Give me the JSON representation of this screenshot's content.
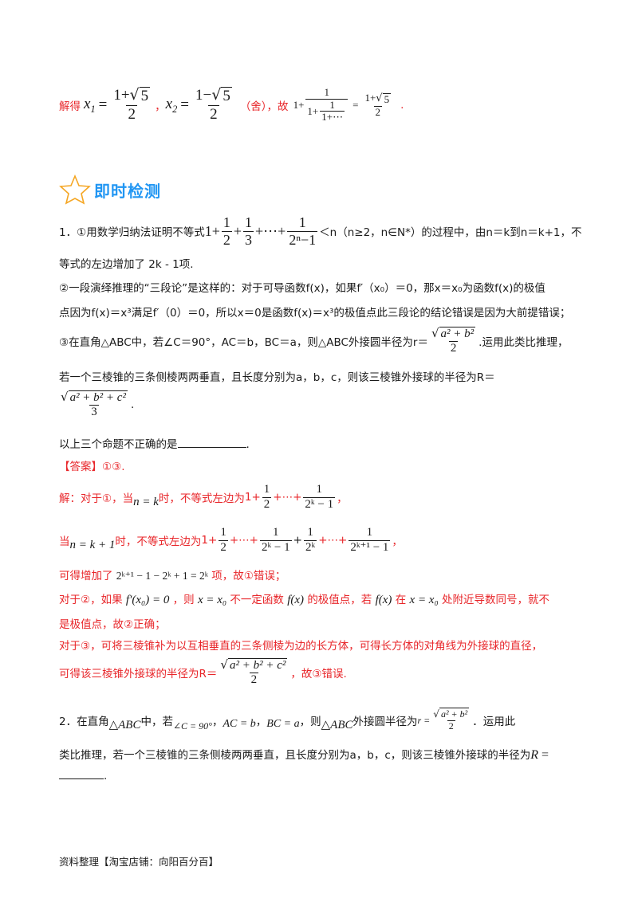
{
  "solution_top": {
    "lead": "解得",
    "x1_label": "x",
    "x1_sub": "1",
    "eq": "=",
    "num_plus": "1+",
    "sqrt_arg": "5",
    "den_two": "2",
    "comma": "，",
    "x2_label": "x",
    "x2_sub": "2",
    "num_minus": "1−",
    "discard": "（舍），故",
    "cf_one": "1+",
    "cf_num": "1",
    "cf_inner_one": "1+",
    "cf_inner_num": "1",
    "cf_inner_den": "1+⋯",
    "period": "."
  },
  "section": {
    "title": "即时检测",
    "star_color": "#f5a623",
    "title_color": "#2196f3"
  },
  "q1": {
    "num": "1．",
    "p1_a": "①用数学归纳法证明不等式",
    "one_plus": "1+",
    "f1_num": "1",
    "f1_den": "2",
    "plus": "+",
    "f2_num": "1",
    "f2_den": "3",
    "dots": "+⋯+",
    "f3_num": "1",
    "f3_den": "2ⁿ−1",
    "p1_b": "＜n（n≥2，n∈N*）的过程中，由n＝k到n＝k+1，不",
    "p1_c": "等式的左边增加了 2k - 1项.",
    "p2_a": "②一段演绎推理的“三段论”是这样的：对于可导函数f(x)，如果f′（x₀）＝0，那x＝x₀为函数f(x)的极值",
    "p2_b": "点因为f(x)＝x³满足f′（0）＝0，所以x＝0是函数f(x)＝x³的极值点此三段论的结论错误是因为大前提错误；",
    "p3_a": "③在直角△ABC中，若∠C＝90°，AC＝b，BC＝a，则△ABC外接圆半径为r＝",
    "p3_sqrt": "a² + b²",
    "p3_den": "2",
    "p3_b": ".运用此类比推理，",
    "p3_c": "若一个三棱锥的三条侧棱两两垂直，且长度分别为a，b，c，则该三棱锥外接球的半径为R＝",
    "p3_sqrt2": "a² + b² + c²",
    "p3_den2": "3",
    "p3_end": ".",
    "ask": "以上三个命题不正确的是",
    "ask_end": ".",
    "answer": "【答案】①③."
  },
  "sol": {
    "s1_a": "解：对于①，当",
    "s1_nk": "n = k",
    "s1_b": "时，不等式左边为",
    "s1_one": "1+",
    "half_num": "1",
    "half_den": "2",
    "s1_dots": "+⋯+",
    "s1_fnum": "1",
    "s1_fden": "2ᵏ − 1",
    "s1_end": "，",
    "s2_a": "当",
    "s2_nk": "n = k + 1",
    "s2_b": "时，不等式左边为",
    "s2_one": "1+",
    "s2_half_num": "1",
    "s2_half_den": "2",
    "s2_dots": "+⋯+",
    "s2_f1_num": "1",
    "s2_f1_den": "2ᵏ − 1",
    "s2_plus": "+",
    "s2_f2_num": "1",
    "s2_f2_den": "2ᵏ",
    "s2_dots2": "+⋯+",
    "s2_f3_num": "1",
    "s2_f3_den": "2ᵏ⁺¹ − 1",
    "s2_end": "，",
    "s3_a": "可得增加了",
    "s3_expr": "2ᵏ⁺¹ − 1 − 2ᵏ + 1 = 2ᵏ",
    "s3_b": "项，故①错误；",
    "s4_a": "对于②，如果",
    "s4_expr": "f′(x₀) = 0",
    "s4_b": "，则",
    "s4_expr2": "x = x₀",
    "s4_c": "不一定函数",
    "s4_expr3": "f(x)",
    "s4_d": "的极值点，若",
    "s4_expr4": "f(x)",
    "s4_e": "在",
    "s4_expr5": "x = x₀",
    "s4_f": "处附近导数同号，就不",
    "s4_g": "是极值点，故②正确；",
    "s5": "对于③，可将三棱锥补为以互相垂直的三条侧棱为边的长方体，可得长方体的对角线为外接球的直径，",
    "s6_a": "可得该三棱锥外接球的半径为R＝",
    "s6_sqrt": "a² + b² + c²",
    "s6_den": "2",
    "s6_b": "，故③错误."
  },
  "q2": {
    "a": "2．在直角",
    "tri": "△ABC",
    "b": "中，若",
    "angle": "∠C = 90°",
    "c": "，",
    "ac": "AC = b",
    "d": "，",
    "bc": "BC = a",
    "e": "，则",
    "tri2": "△ABC",
    "f": "外接圆半径为",
    "r": "r =",
    "sqrt": "a² + b²",
    "den": "2",
    "g": "．运用此",
    "h": "类比推理，若一个三棱锥的三条侧棱两两垂直，且长度分别为a，b，c，则该三棱锥外接球的半径为",
    "R": "R",
    "eq": " =",
    "end": "."
  },
  "footer": {
    "text": "资料整理【淘宝店铺：向阳百分百】"
  }
}
